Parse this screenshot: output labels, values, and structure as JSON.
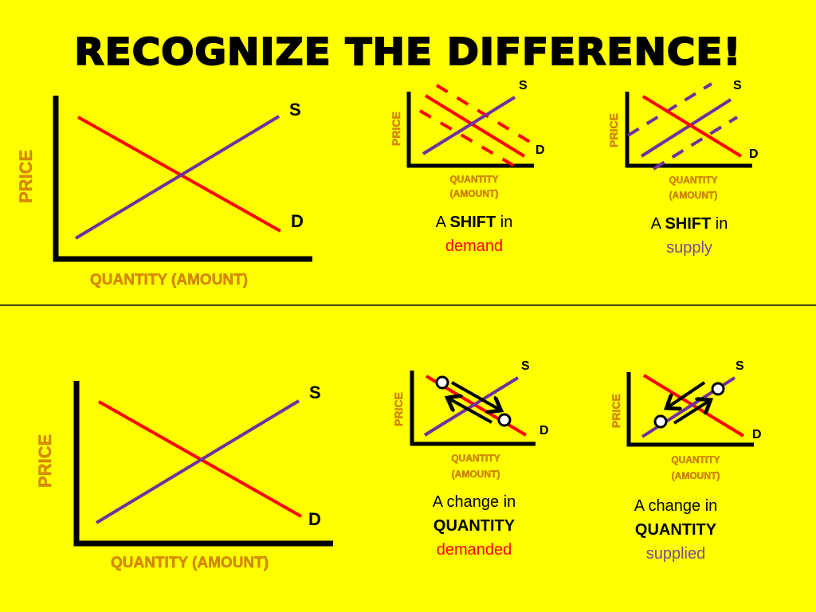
{
  "title": "RECOGNIZE THE DIFFERENCE!",
  "colors": {
    "background": "#ffff00",
    "demand": "#ff0000",
    "supply": "#7030a0",
    "axis_label": "#d98c00",
    "axis": "#000000"
  },
  "labels": {
    "price": "PRICE",
    "quantity_amount": "QUANTITY (AMOUNT)",
    "quantity": "QUANTITY",
    "amount": "(AMOUNT)",
    "supply": "S",
    "demand": "D"
  },
  "panels": {
    "top_left": {
      "type": "basic supply and demand"
    },
    "shift_demand": {
      "caption_prefix": "A ",
      "caption_bold": "SHIFT",
      "caption_suffix": " in",
      "caption_colored": "demand"
    },
    "shift_supply": {
      "caption_prefix": "A ",
      "caption_bold": "SHIFT",
      "caption_suffix": " in",
      "caption_colored": "supply"
    },
    "bottom_left": {
      "type": "basic supply and demand"
    },
    "qty_demanded": {
      "caption_line1": "A change in",
      "caption_bold": "QUANTITY",
      "caption_colored": "demanded"
    },
    "qty_supplied": {
      "caption_line1": "A change in",
      "caption_bold": "QUANTITY",
      "caption_colored": "supplied"
    }
  },
  "chart_data": [
    {
      "type": "line",
      "title": "Supply and Demand",
      "xlabel": "QUANTITY (AMOUNT)",
      "ylabel": "PRICE",
      "series": [
        {
          "name": "S",
          "color": "#7030a0",
          "points": [
            [
              0.1,
              0.1
            ],
            [
              0.9,
              0.9
            ]
          ]
        },
        {
          "name": "D",
          "color": "#ff0000",
          "points": [
            [
              0.1,
              0.9
            ],
            [
              0.9,
              0.1
            ]
          ]
        }
      ]
    },
    {
      "type": "line",
      "title": "A SHIFT in demand",
      "xlabel": "QUANTITY (AMOUNT)",
      "ylabel": "PRICE",
      "series": [
        {
          "name": "S",
          "style": "solid",
          "color": "#7030a0"
        },
        {
          "name": "D",
          "style": "solid",
          "color": "#ff0000"
        },
        {
          "name": "D (shifted right)",
          "style": "dashed",
          "color": "#ff0000"
        },
        {
          "name": "D (shifted left)",
          "style": "dashed",
          "color": "#ff0000"
        }
      ]
    },
    {
      "type": "line",
      "title": "A SHIFT in supply",
      "xlabel": "QUANTITY (AMOUNT)",
      "ylabel": "PRICE",
      "series": [
        {
          "name": "S",
          "style": "solid",
          "color": "#7030a0"
        },
        {
          "name": "S (shifted left)",
          "style": "dashed",
          "color": "#7030a0"
        },
        {
          "name": "S (shifted right)",
          "style": "dashed",
          "color": "#7030a0"
        },
        {
          "name": "D",
          "style": "solid",
          "color": "#ff0000"
        }
      ]
    },
    {
      "type": "line",
      "title": "Supply and Demand",
      "xlabel": "QUANTITY (AMOUNT)",
      "ylabel": "PRICE",
      "series": [
        {
          "name": "S",
          "color": "#7030a0"
        },
        {
          "name": "D",
          "color": "#ff0000"
        }
      ]
    },
    {
      "type": "line",
      "title": "A change in QUANTITY demanded",
      "xlabel": "QUANTITY (AMOUNT)",
      "ylabel": "PRICE",
      "annotations": [
        "two points on D curve",
        "arrows moving along D curve both directions"
      ],
      "series": [
        {
          "name": "S",
          "color": "#7030a0"
        },
        {
          "name": "D",
          "color": "#ff0000"
        }
      ]
    },
    {
      "type": "line",
      "title": "A change in QUANTITY supplied",
      "xlabel": "QUANTITY (AMOUNT)",
      "ylabel": "PRICE",
      "annotations": [
        "two points on S curve",
        "arrows moving along S curve both directions"
      ],
      "series": [
        {
          "name": "S",
          "color": "#7030a0"
        },
        {
          "name": "D",
          "color": "#ff0000"
        }
      ]
    }
  ]
}
